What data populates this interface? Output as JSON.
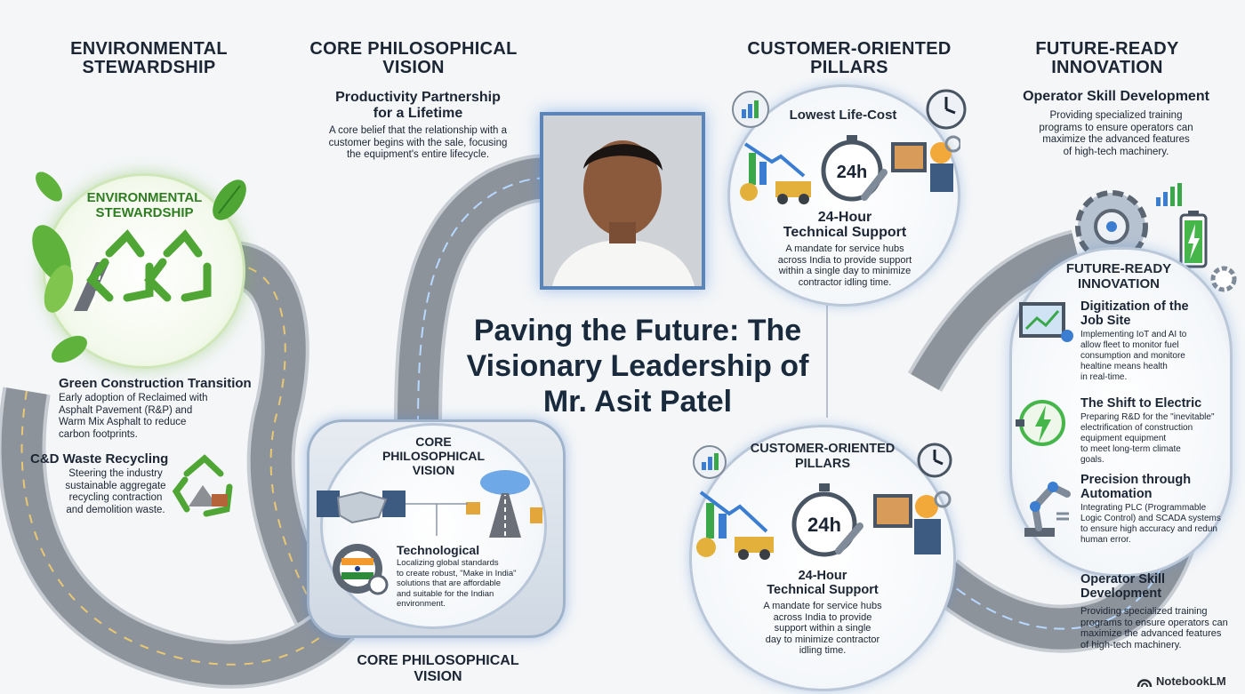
{
  "headers": {
    "environmental": [
      "ENVIRONMENTAL",
      "STEWARDSHIP"
    ],
    "core": [
      "CORE PHILOSOPHICAL",
      "VISION"
    ],
    "customer": [
      "CUSTOMER-ORIENTED",
      "PILLARS"
    ],
    "future": [
      "FUTURE-READY",
      "INNOVATION"
    ],
    "core_bottom": [
      "CORE PHILOSOPHICAL",
      "VISION"
    ]
  },
  "title": [
    "Paving the Future: The",
    "Visionary Leadership of",
    "Mr. Asit Patel"
  ],
  "environmental": {
    "circle_label": [
      "ENVIRONMENTAL",
      "STEWARDSHIP"
    ],
    "green_title": "Green Construction Transition",
    "green_body": [
      "Early adoption of Reclaimed with",
      "Asphalt Pavement (R&P) and",
      "Warm Mix Asphalt to reduce",
      "carbon footprints."
    ],
    "cd_title": "C&D Waste Recycling",
    "cd_body": [
      "Steering the industry",
      "sustainable aggregate",
      "recycling contraction",
      "and demolition waste."
    ]
  },
  "core": {
    "partnership_title": [
      "Productivity Partnership",
      "for a Lifetime"
    ],
    "partnership_body": [
      "A core belief that the relationship with a",
      "customer begins with the sale, focusing",
      "the equipment's entire lifecycle."
    ],
    "circle_label": [
      "CORE",
      "PHILOSOPHICAL",
      "VISION"
    ],
    "tech_title": "Technological",
    "tech_body": [
      "Localizing global standards",
      "to create robust, \"Make in India\"",
      "solutions that are affordable",
      "and suitable for the Indian",
      "environment."
    ]
  },
  "customer": {
    "top_label": "Lowest Life-Cost",
    "badge": "24h",
    "top_support_title": [
      "24-Hour",
      "Technical Support"
    ],
    "top_support_body": [
      "A mandate for service hubs",
      "across India to provide support",
      "within a single day to minimize",
      "contractor idling time."
    ],
    "bottom_label": [
      "CUSTOMER-ORIENTED",
      "PILLARS"
    ],
    "bottom_badge": "24h",
    "bottom_support_title": [
      "24-Hour",
      "Technical Support"
    ],
    "bottom_support_body": [
      "A mandate for service hubs",
      "across India to provide",
      "support within a single",
      "day to minimize contractor",
      "idling time."
    ]
  },
  "future": {
    "skill_title": "Operator Skill Development",
    "skill_body": [
      "Providing specialized training",
      "programs to ensure operators can",
      "maximize the advanced features",
      "of high-tech machinery."
    ],
    "circle_label": [
      "FUTURE-READY",
      "INNOVATION"
    ],
    "digit_title": [
      "Digitization of the",
      "Job Site"
    ],
    "digit_body": [
      "Implementing IoT and AI to",
      "allow fleet to monitor fuel",
      "consumption and monitore",
      "healtine means health",
      "in real-time."
    ],
    "electric_title": "The Shift to Electric",
    "electric_body": [
      "Preparing R&D for the \"inevitable\"",
      "electrification of construction",
      "equipment equipment",
      "to meet long-term climate",
      "goals."
    ],
    "automation_title": [
      "Precision through",
      "Automation"
    ],
    "automation_body": [
      "Integrating PLC (Programmable",
      "Logic Control) and SCADA systems",
      "to ensure high accuracy and redun",
      "human error."
    ],
    "skill2_title": [
      "Operator Skill",
      "Development"
    ],
    "skill2_body": [
      "Providing specialized training",
      "programs to ensure operators can",
      "maximize the advanced features",
      "of high-tech machinery."
    ]
  },
  "brand": "NotebookLM",
  "colors": {
    "road": "#8a9099",
    "road_edge": "#c9ced6",
    "green": "#3f9b2e",
    "blue_glow": "#6aa4e6",
    "dark_text": "#1b2533"
  }
}
